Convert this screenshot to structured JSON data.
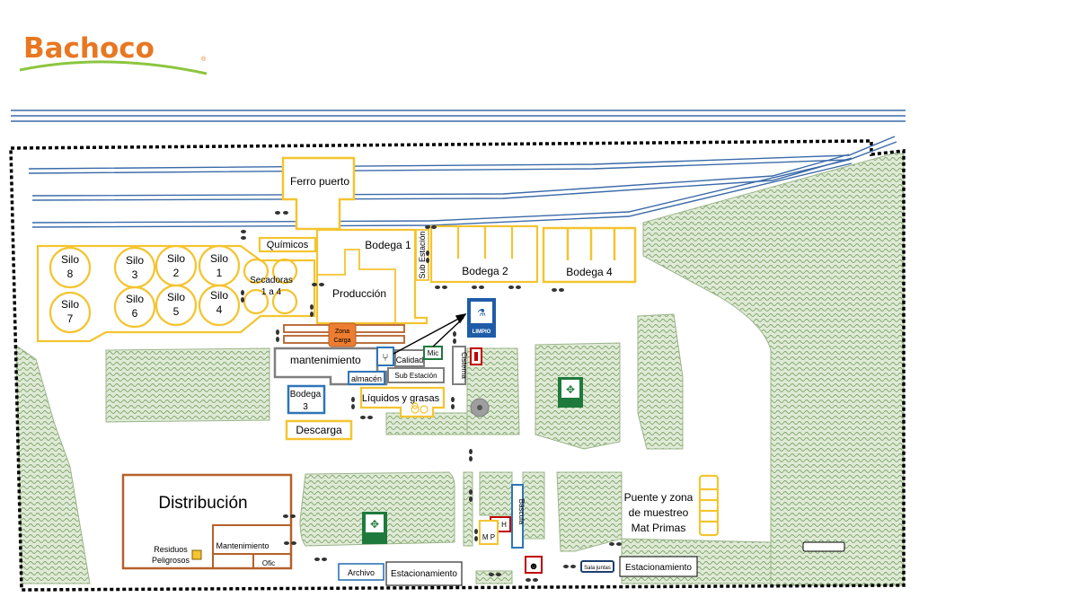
{
  "logo": {
    "name": "Bachoco",
    "reg": "®"
  },
  "colors": {
    "logo": "#e87722",
    "swoosh": "#8cc63f",
    "rail": "#3a6aa8",
    "green_area": "#dfead6",
    "green_pattern": "#7fa56b",
    "yellow": "#f4c430",
    "brown": "#b4612a",
    "blue": "#2e75b6",
    "gray": "#7f7f7f",
    "red": "#c00000",
    "orange": "#ed7d31",
    "icon_green": "#1e7a3c",
    "icon_blue": "#1f5ca8"
  },
  "labels": {
    "ferro_puerto": "Ferro puerto",
    "quimicos": "Químicos",
    "bodega1": "Bodega 1",
    "sub_estacion_vertical": "Sub Estación",
    "bodega2": "Bodega 2",
    "bodega4": "Bodega 4",
    "produccion": "Producción",
    "secadoras": "Secadoras",
    "secadoras2": "1 a 4",
    "zona_carga1": "Zona",
    "zona_carga2": "Carga",
    "mantenimiento": "mantenimiento",
    "almacen": "almacén",
    "calidad": "Calidad",
    "mic": "Mic",
    "sub_estacion": "Sub Estación",
    "cisterna": "Cisterna",
    "bodega3_a": "Bodega",
    "bodega3_b": "3",
    "liquidos": "Líquidos y grasas",
    "descarga": "Descarga",
    "distribucion": "Distribución",
    "mantenimiento2": "Mantenimiento",
    "residuos1": "Residuos",
    "residuos2": "Peligrosos",
    "ofic": "Ofic",
    "archivo": "Archivo",
    "estacionamiento1": "Estacionamiento",
    "rh": "R H",
    "mp": "M P",
    "bascula": "Báscula",
    "sala_juntas": "Sala juntas",
    "estacionamiento2": "Estacionamiento",
    "puente1": "Puente y zona",
    "puente2": "de muestreo",
    "puente3": "Mat Primas",
    "limpio": "LIMPIO"
  },
  "silos": [
    {
      "label": "Silo",
      "num": "8"
    },
    {
      "label": "Silo",
      "num": "7"
    },
    {
      "label": "Silo",
      "num": "3"
    },
    {
      "label": "Silo",
      "num": "6"
    },
    {
      "label": "Silo",
      "num": "2"
    },
    {
      "label": "Silo",
      "num": "5"
    },
    {
      "label": "Silo",
      "num": "1"
    },
    {
      "label": "Silo",
      "num": "4"
    }
  ]
}
